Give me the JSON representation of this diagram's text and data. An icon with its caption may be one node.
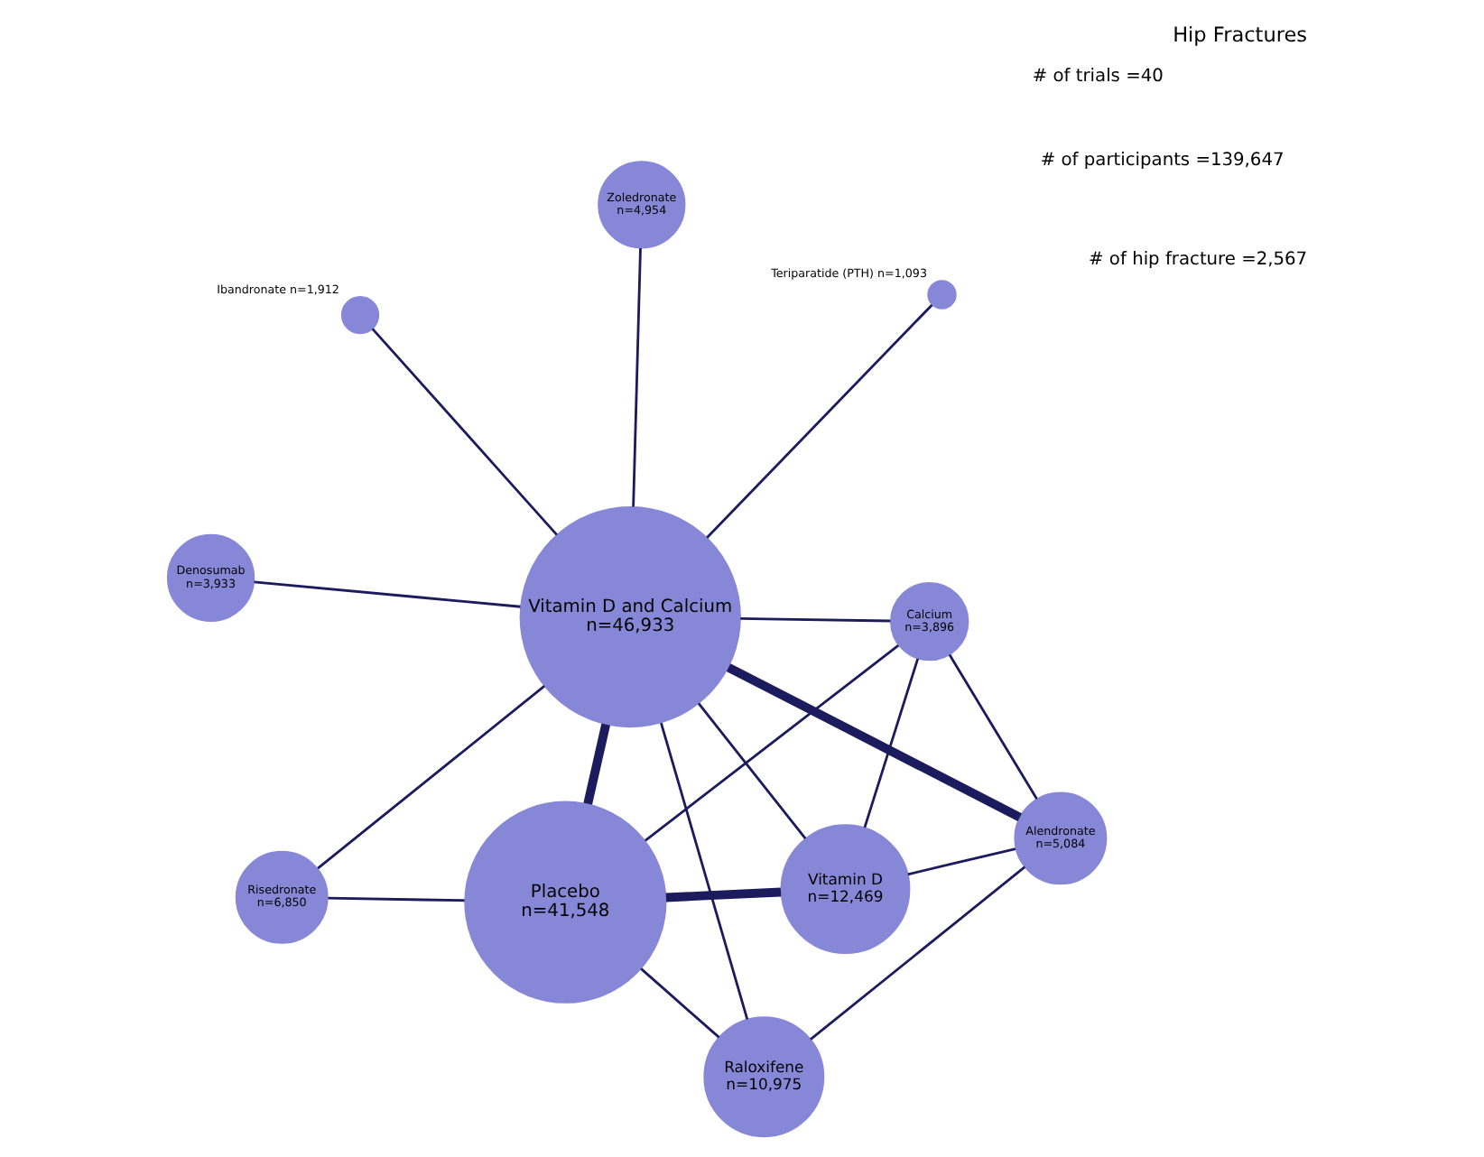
{
  "diagram": {
    "title": "Hip Fractures",
    "nodes": [
      {
        "text": [
          "Ibandronate n=1,912"
        ]
      },
      {
        "text": [
          "Teriparatide (PTH) n=1,093"
        ]
      },
      {
        "text": [
          "Risedronate n=6,850"
        ]
      },
      {
        "text": [
          "Zoledronate n=4,954"
        ]
      },
      {
        "text": [
          "Vitamin D and Calcium n=46,933"
        ]
      },
      {
        "text": [
          "Placebo n=41,548"
        ]
      },
      {
        "text": [
          "Denosumab n=3,933"
        ]
      },
      {
        "text": [
          "Calcium n=3,896"
        ]
      },
      {
        "text": [
          "Vitamin D n=12,469"
        ]
      },
      {
        "text": [
          "Alendronate n=5,084"
        ]
      },
      {
        "text": [
          "Raloxifene n=10,975"
        ]
      }
    ],
    "edges": [
      {
        "from": 0,
        "to": 4,
        "arrow": "none"
      },
      {
        "from": 1,
        "to": 4,
        "arrow": "none"
      },
      {
        "from": 2,
        "to": 4,
        "arrow": "none"
      },
      {
        "from": 2,
        "to": 5,
        "arrow": "none"
      },
      {
        "from": 3,
        "to": 4,
        "arrow": "none"
      },
      {
        "from": 6,
        "to": 4,
        "arrow": "none"
      },
      {
        "from": 4,
        "to": 5,
        "arrow": "none",
        "style": "thick"
      },
      {
        "from": 4,
        "to": 7,
        "arrow": "none"
      },
      {
        "from": 4,
        "to": 8,
        "arrow": "none"
      },
      {
        "from": 4,
        "to": 9,
        "arrow": "none",
        "style": "thick"
      },
      {
        "from": 4,
        "to": 10,
        "arrow": "none"
      },
      {
        "from": 5,
        "to": 7,
        "arrow": "none"
      },
      {
        "from": 5,
        "to": 8,
        "arrow": "none",
        "style": "thick"
      },
      {
        "from": 5,
        "to": 10,
        "arrow": "none"
      },
      {
        "from": 7,
        "to": 8,
        "arrow": "none"
      },
      {
        "from": 9,
        "to": 7,
        "arrow": "none"
      },
      {
        "from": 9,
        "to": 8,
        "arrow": "none"
      },
      {
        "from": 9,
        "to": 10,
        "arrow": "none"
      }
    ],
    "labels": [
      "# of trials =40",
      "# of participants =139,647",
      "# of hip fracture =2,567"
    ]
  }
}
